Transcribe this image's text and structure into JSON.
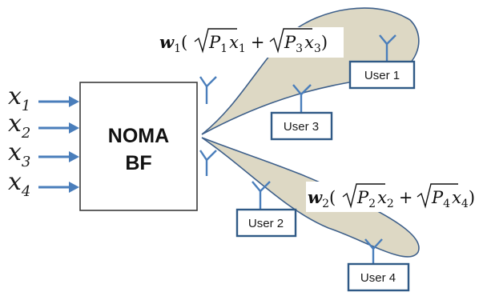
{
  "block": {
    "line1": "NOMA",
    "line2": "BF"
  },
  "inputs": [
    {
      "base": "x",
      "sub": "1"
    },
    {
      "base": "x",
      "sub": "2"
    },
    {
      "base": "x",
      "sub": "3"
    },
    {
      "base": "x",
      "sub": "4"
    }
  ],
  "users": {
    "user1": "User 1",
    "user2": "User 2",
    "user3": "User 3",
    "user4": "User 4"
  },
  "beam1_formula": {
    "w": "w",
    "w_sub": "1",
    "open": "(",
    "p_a": "P",
    "p_a_sub": "1",
    "x_a": "x",
    "x_a_sub": "1",
    "plus": "+",
    "p_b": "P",
    "p_b_sub": "3",
    "x_b": "x",
    "x_b_sub": "3",
    "close": ")"
  },
  "beam2_formula": {
    "w": "w",
    "w_sub": "2",
    "open": "(",
    "p_a": "P",
    "p_a_sub": "2",
    "x_a": "x",
    "x_a_sub": "2",
    "plus": "+",
    "p_b": "P",
    "p_b_sub": "4",
    "x_b": "x",
    "x_b_sub": "4",
    "close": ")"
  },
  "colors": {
    "beam_fill": "#ddd8c4",
    "beam_stroke": "#3d5f8a",
    "arrow": "#4a7ebb",
    "user_box_border": "#2f5986"
  }
}
